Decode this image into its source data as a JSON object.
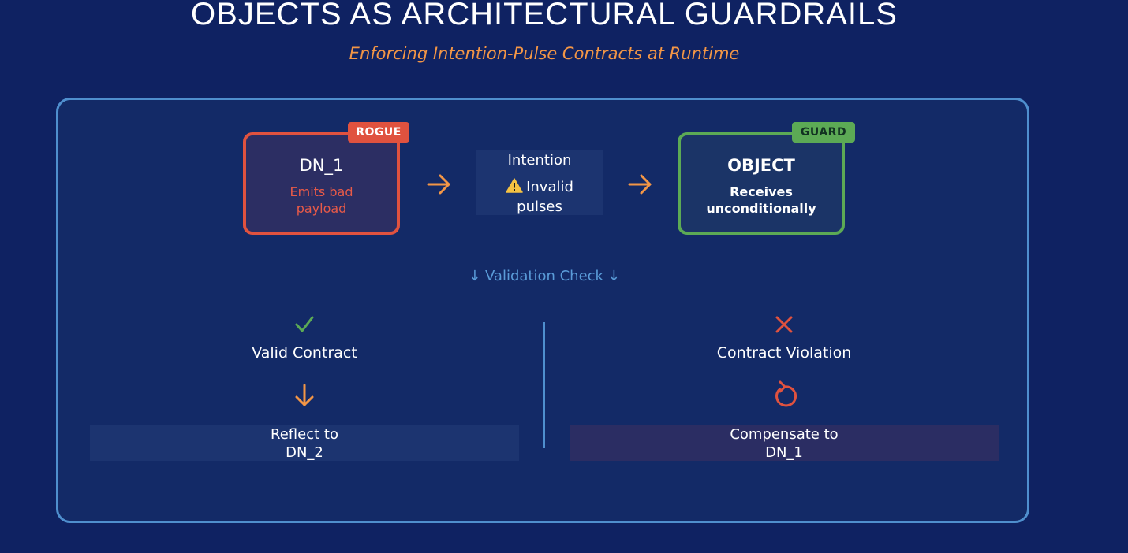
{
  "header": {
    "title": "OBJECTS AS ARCHITECTURAL GUARDRAILS",
    "subtitle": "Enforcing Intention-Pulse Contracts at Runtime"
  },
  "flow": {
    "rogue": {
      "badge": "ROGUE",
      "name": "DN_1",
      "description": "Emits bad payload"
    },
    "intention": {
      "title": "Intention",
      "line2": "Invalid",
      "line3": "pulses",
      "icon": "warning-icon"
    },
    "guard": {
      "badge": "GUARD",
      "name": "OBJECT",
      "description": "Receives unconditionally"
    }
  },
  "validation": {
    "label": "↓ Validation Check ↓"
  },
  "branches": {
    "valid": {
      "label": "Valid Contract",
      "result": "Reflect to DN_2",
      "icon": "check-icon",
      "flow_icon": "arrow-down-icon"
    },
    "violation": {
      "label": "Contract Violation",
      "result": "Compensate to DN_1",
      "icon": "x-icon",
      "flow_icon": "undo-icon"
    }
  },
  "colors": {
    "background": "#0f2262",
    "accent_orange": "#f39646",
    "rogue_red": "#e0523f",
    "guard_green": "#5caa55",
    "border_blue": "#4f8fce"
  }
}
